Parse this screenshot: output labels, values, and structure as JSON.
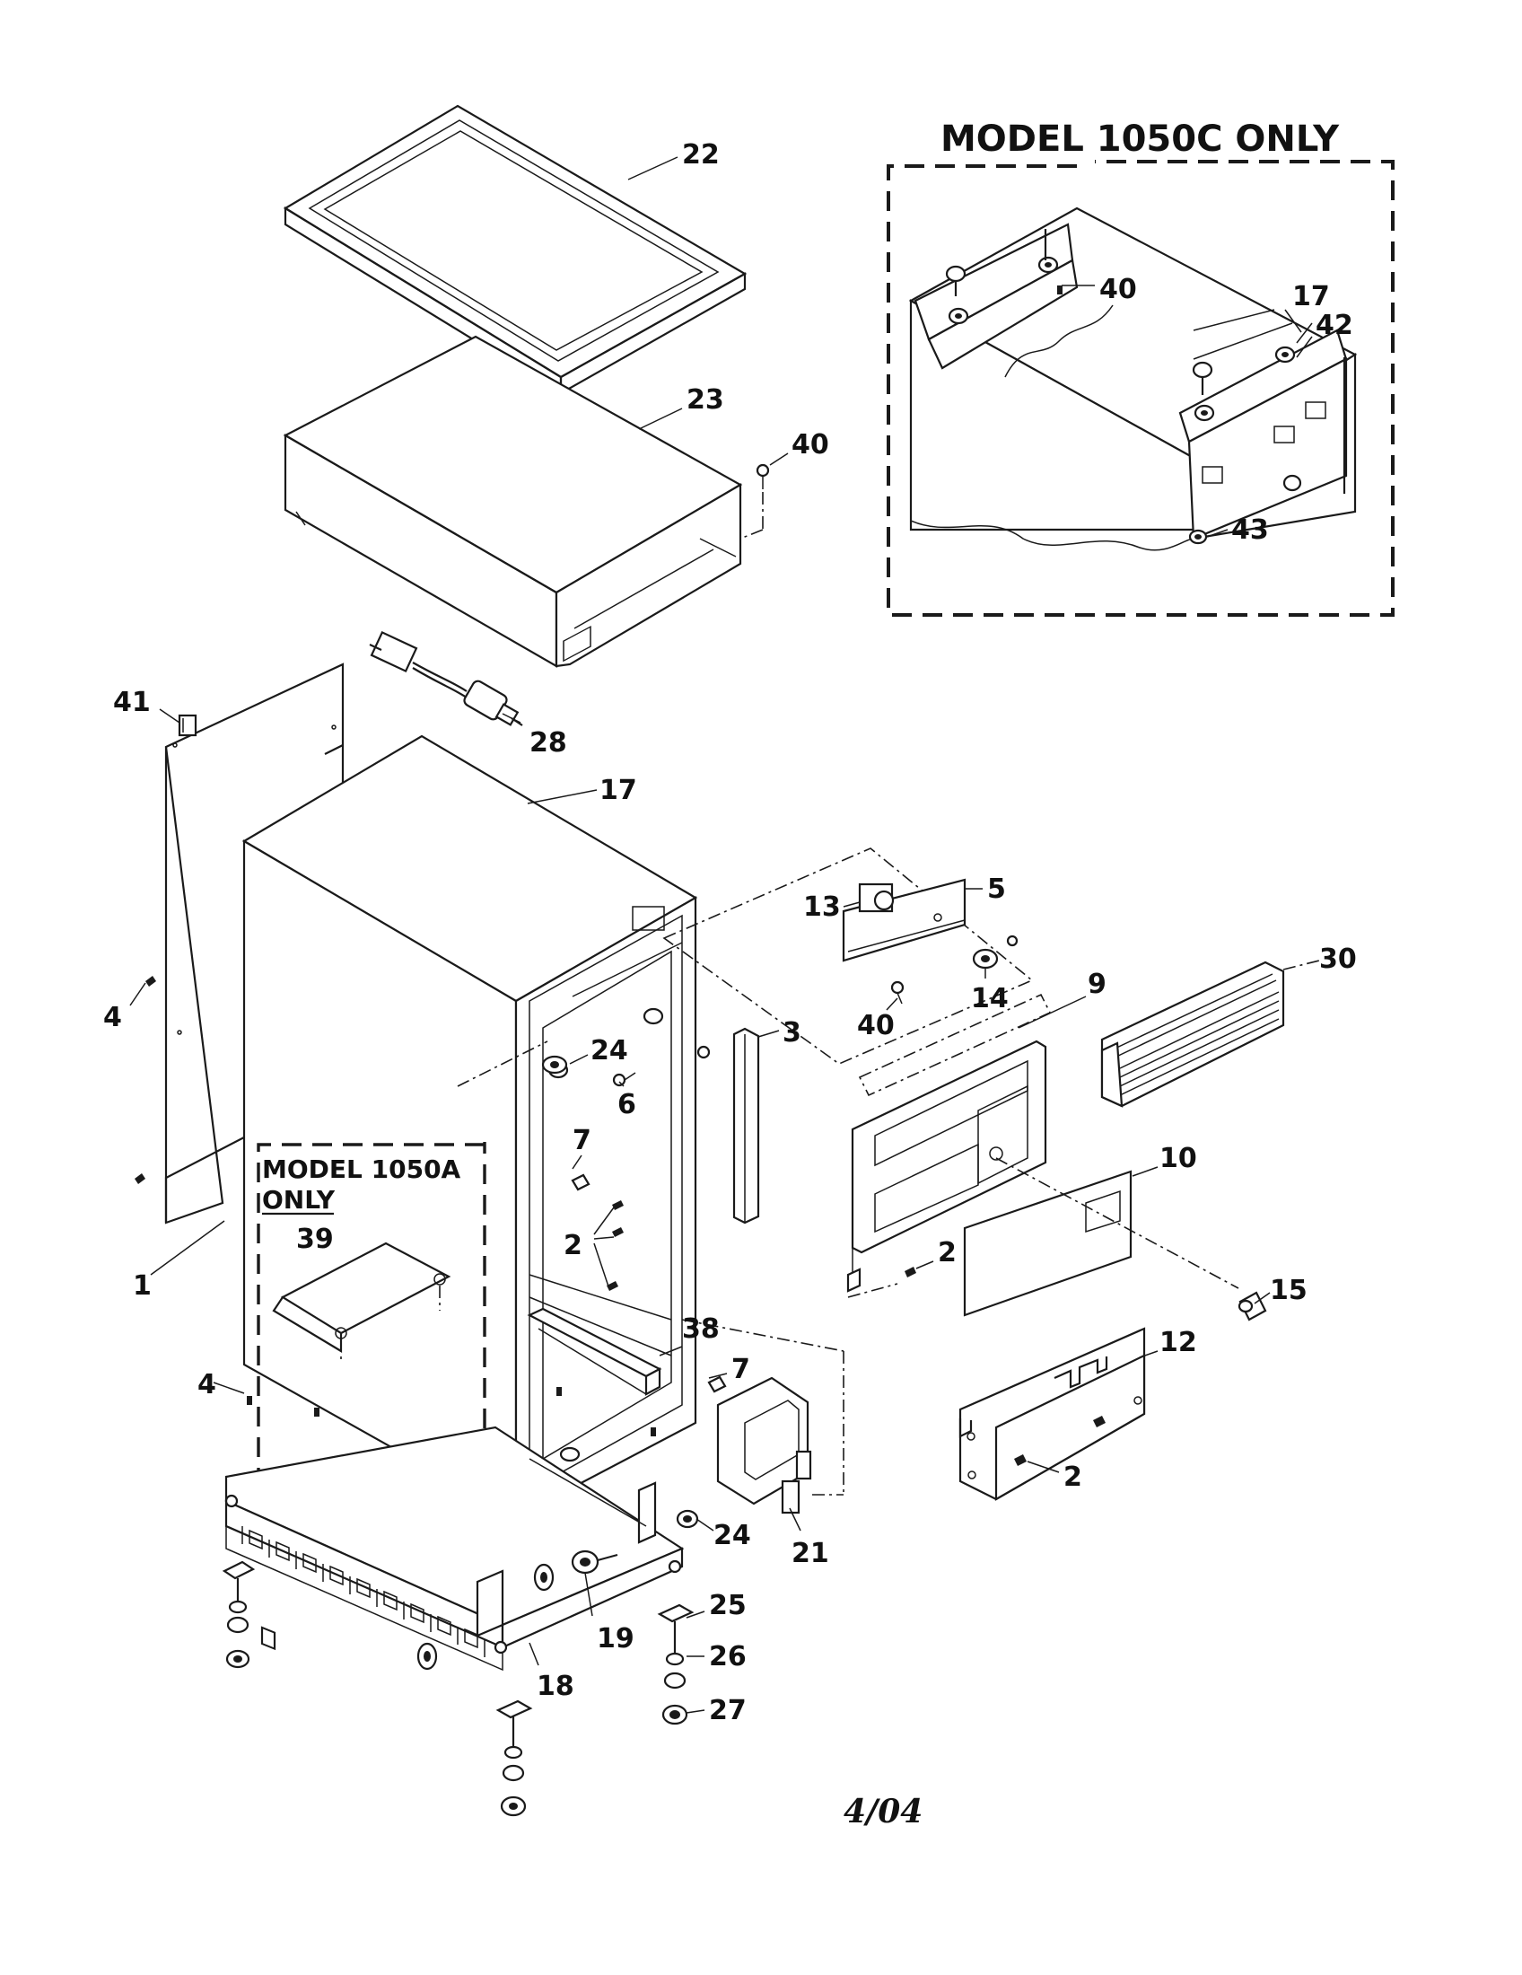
{
  "diagram": {
    "inset_c_title": "MODEL 1050C ONLY",
    "inset_a_title_line1": "MODEL 1050A",
    "inset_a_title_line2": "ONLY",
    "footer": "4/04",
    "callouts": {
      "c22": "22",
      "c23": "23",
      "c40_lid": "40",
      "c28": "28",
      "c41": "41",
      "c17": "17",
      "c4_top": "4",
      "c4_bottom": "4",
      "c1": "1",
      "c39": "39",
      "c24_back": "24",
      "c6": "6",
      "c7_upper": "7",
      "c7_lower": "7",
      "c2_side": "2",
      "c38": "38",
      "c3": "3",
      "c13": "13",
      "c5": "5",
      "c14": "14",
      "c40_bracket": "40",
      "c9": "9",
      "c30": "30",
      "c10": "10",
      "c2_door": "2",
      "c15": "15",
      "c12": "12",
      "c2_box": "2",
      "c21": "21",
      "c24_base": "24",
      "c25": "25",
      "c26": "26",
      "c27": "27",
      "c19": "19",
      "c18": "18",
      "c17_inset": "17",
      "c40_inset": "40",
      "c42": "42",
      "c43": "43"
    }
  }
}
